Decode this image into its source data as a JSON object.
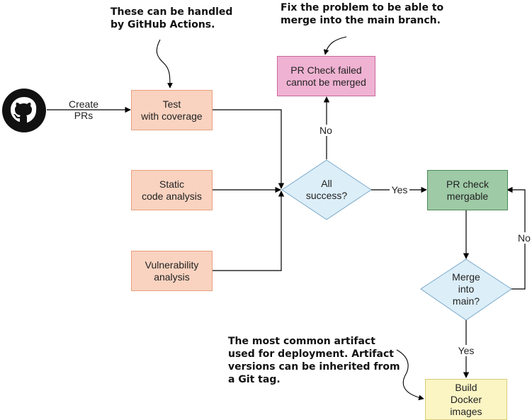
{
  "annotations": {
    "github_actions": "These can be handled\nby GitHub Actions.",
    "fix_problem": "Fix the problem to be able to\nmerge into the main branch.",
    "artifact": "The most common artifact\nused for deployment. Artifact\nversions can be inherited from\na Git tag."
  },
  "labels": {
    "create_prs": "Create\nPRs",
    "yes_mergeable": "Yes",
    "no_failed": "No",
    "no_loop": "No",
    "yes_build": "Yes"
  },
  "nodes": {
    "test": "Test\nwith coverage",
    "static": "Static\ncode analysis",
    "vuln": "Vulnerability\nanalysis",
    "all_success": "All\nsuccess?",
    "pr_failed": "PR Check failed\ncannot be merged",
    "pr_mergable": "PR check\nmergable",
    "merge_main": "Merge\ninto\nmain?",
    "build": "Build\nDocker\nimages"
  },
  "colors": {
    "check_boxes": "#f9d3c0",
    "failed_box": "#efb2d2",
    "mergable_box": "#9ecaa6",
    "build_box": "#fbf5c4",
    "decision": "#dceef8"
  },
  "icon": "github-icon"
}
